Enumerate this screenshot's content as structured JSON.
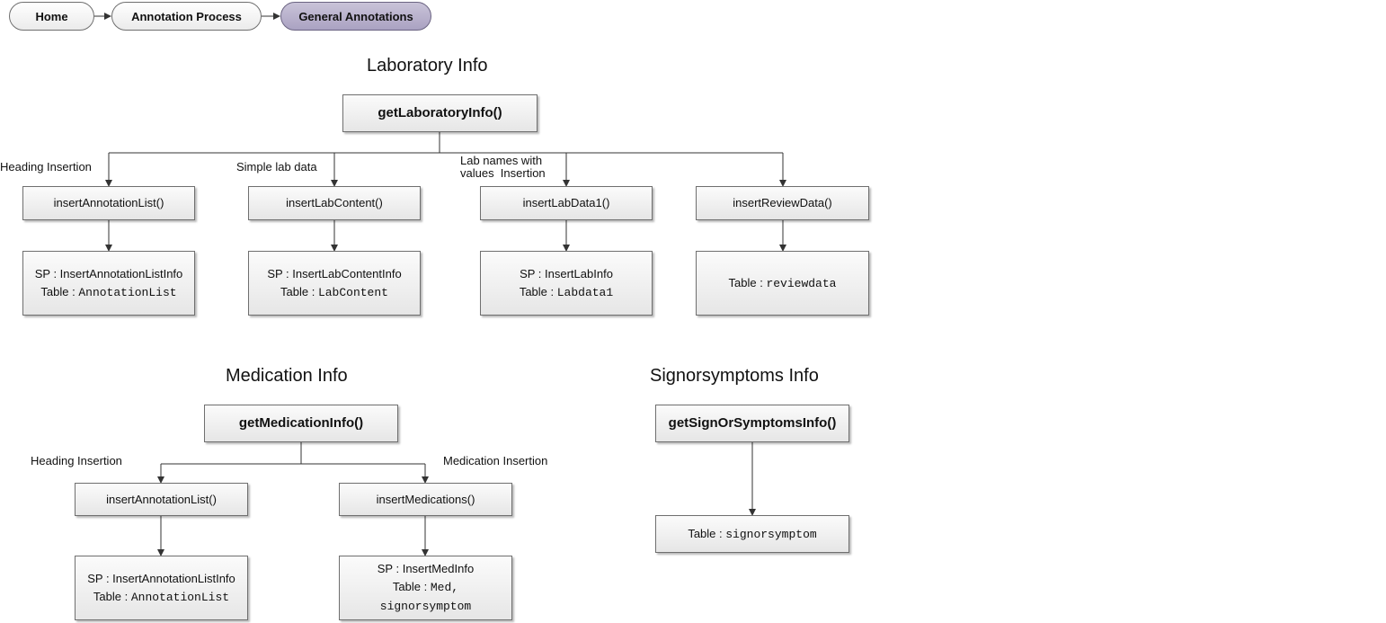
{
  "breadcrumb": {
    "home": "Home",
    "annotation_process": "Annotation Process",
    "general_annotations": "General Annotations"
  },
  "laboratory": {
    "title": "Laboratory Info",
    "root": "getLaboratoryInfo()",
    "branches": [
      {
        "label": "Heading Insertion",
        "func": "insertAnnotationList()",
        "sp_prefix": "SP : ",
        "sp": "InsertAnnotationListInfo",
        "table_prefix": "Table : ",
        "table": "AnnotationList"
      },
      {
        "label": "Simple lab data",
        "func": "insertLabContent()",
        "sp_prefix": "SP : ",
        "sp": "InsertLabContentInfo",
        "table_prefix": "Table : ",
        "table": "LabContent"
      },
      {
        "label_line1": "Lab names with",
        "label_line2": "values  Insertion",
        "func": "insertLabData1()",
        "sp_prefix": "SP : ",
        "sp": "InsertLabInfo",
        "table_prefix": "Table : ",
        "table": "Labdata1"
      },
      {
        "func": "insertReviewData()",
        "table_prefix": "Table : ",
        "table": "reviewdata"
      }
    ]
  },
  "medication": {
    "title": "Medication Info",
    "root": "getMedicationInfo()",
    "branches": [
      {
        "label": "Heading Insertion",
        "func": "insertAnnotationList()",
        "sp_prefix": "SP : ",
        "sp": "InsertAnnotationListInfo",
        "table_prefix": "Table : ",
        "table": "AnnotationList"
      },
      {
        "label": "Medication Insertion",
        "func": "insertMedications()",
        "sp_prefix": "SP : ",
        "sp": "InsertMedInfo",
        "table_prefix": "Table : ",
        "table": "Med,",
        "table_line2": "signorsymptom"
      }
    ]
  },
  "signs": {
    "title": "Signorsymptoms Info",
    "root": "getSignOrSymptomsInfo()",
    "table_prefix": "Table : ",
    "table": "signorsymptom"
  }
}
